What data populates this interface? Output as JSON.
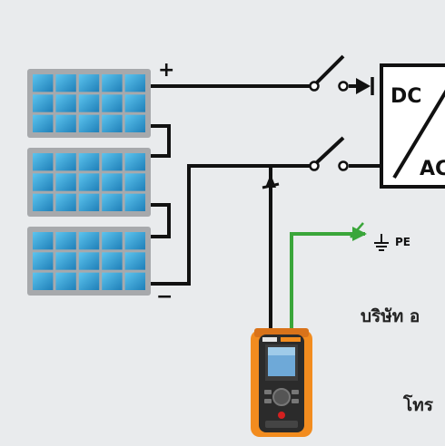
{
  "terminals": {
    "positive": "+",
    "negative": "−"
  },
  "inverter": {
    "label_top": "DC",
    "label_bottom": "AC"
  },
  "ground": {
    "label": "PE"
  },
  "caption": {
    "line1": "บริษัท อ",
    "line2": "โทร"
  },
  "colors": {
    "background": "#e9ebed",
    "wire": "#111111",
    "ground_wire": "#3aa63a",
    "panel_frame": "#a7a9ac",
    "panel_cell": "#2f9fd4",
    "tester_body": "#f28c1f"
  }
}
